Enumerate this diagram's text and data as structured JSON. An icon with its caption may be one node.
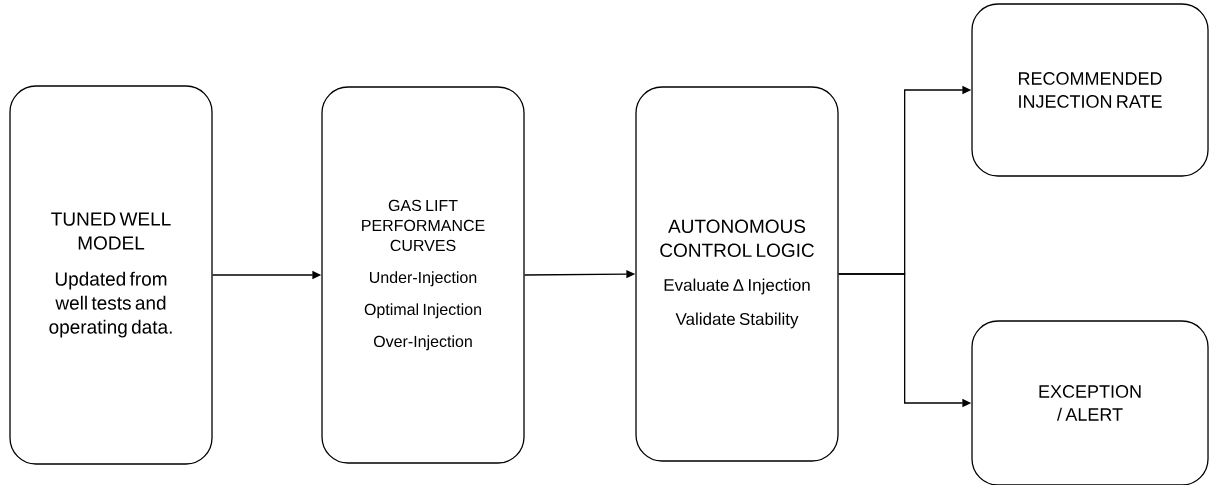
{
  "diagram": {
    "nodes": [
      {
        "text": [
          "TUNED WELL MODEL",
          "Updated from well tests and operating data."
        ]
      },
      {
        "text": [
          "GAS LIFT PERFORMANCE CURVES",
          "Under-Injection",
          "Optimal Injection",
          "Over-Injection"
        ]
      },
      {
        "text": [
          "AUTONOMOUS CONTROL LOGIC",
          "Evaluate Δ Injection",
          "Validate Stability"
        ]
      },
      {
        "text": [
          "RECOMMENDED INJECTION RATE"
        ]
      },
      {
        "text": [
          "EXCEPTION / ALERT"
        ]
      }
    ],
    "edges": [
      {
        "from": 0,
        "to": 1,
        "arrow": "to"
      },
      {
        "from": 1,
        "to": 2,
        "arrow": "to"
      },
      {
        "from": 2,
        "to": 3,
        "arrow": "to"
      },
      {
        "from": 2,
        "to": 4,
        "arrow": "to"
      }
    ]
  }
}
